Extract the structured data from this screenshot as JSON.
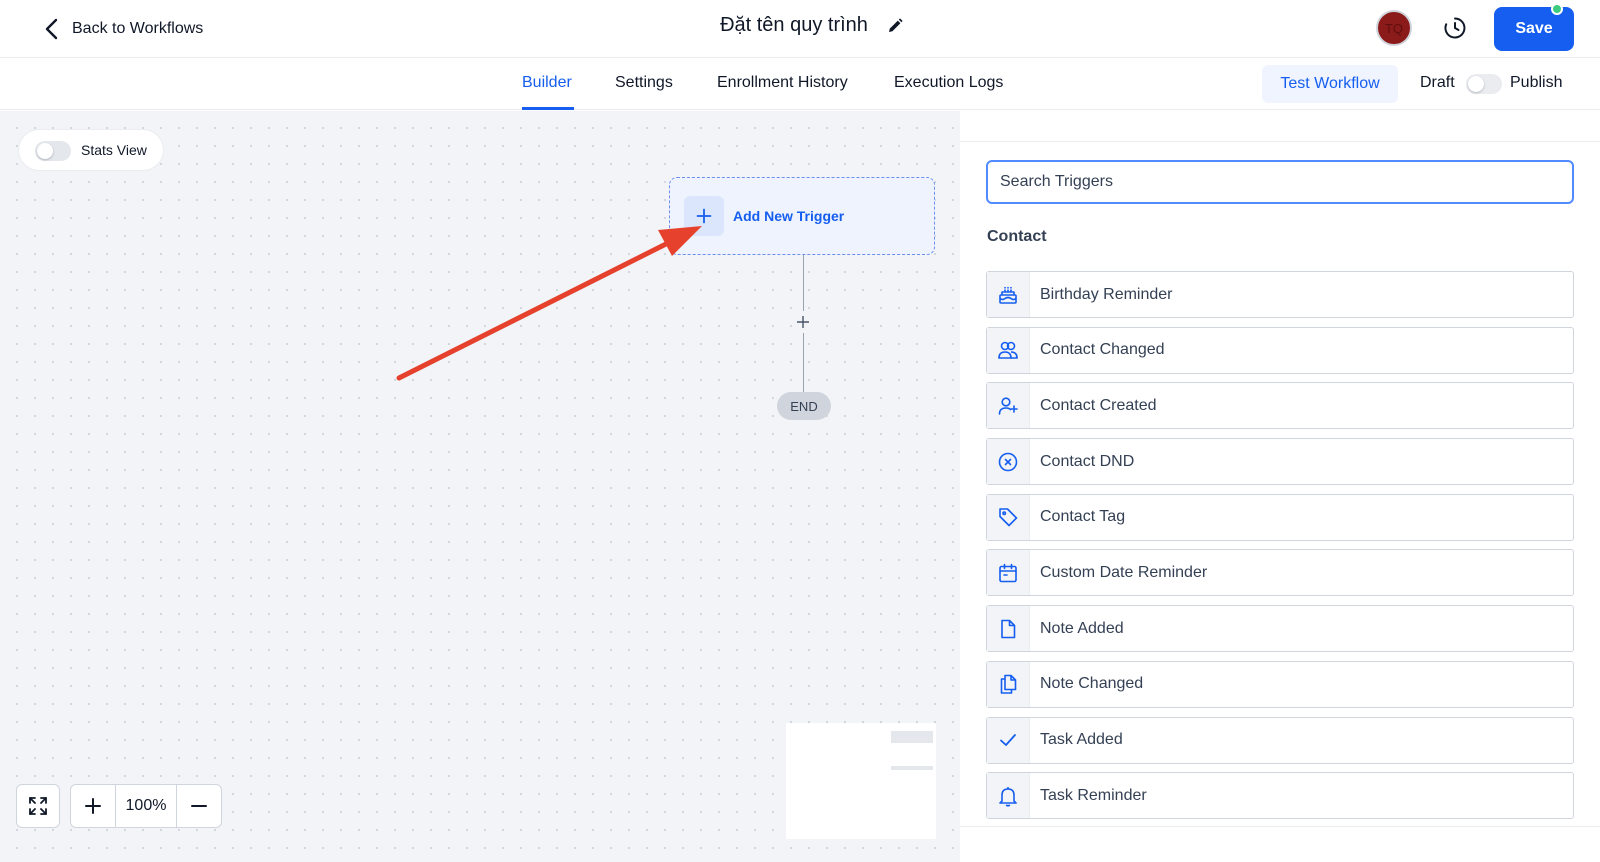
{
  "header": {
    "back_label": "Back to Workflows",
    "title": "Đặt tên quy trình",
    "avatar_initials": "TQ",
    "save_label": "Save"
  },
  "tabs": [
    {
      "label": "Builder",
      "active": true
    },
    {
      "label": "Settings",
      "active": false
    },
    {
      "label": "Enrollment History",
      "active": false
    },
    {
      "label": "Execution Logs",
      "active": false
    }
  ],
  "actions": {
    "test_label": "Test Workflow",
    "draft_label": "Draft",
    "publish_label": "Publish",
    "published": false
  },
  "canvas": {
    "stats_view_label": "Stats View",
    "stats_view_on": false,
    "trigger_label": "Add New Trigger",
    "end_label": "END",
    "zoom_level": "100%"
  },
  "panel": {
    "search_placeholder": "Search Triggers",
    "section_title": "Contact",
    "triggers": [
      {
        "label": "Birthday Reminder",
        "icon": "cake-icon"
      },
      {
        "label": "Contact Changed",
        "icon": "users-icon"
      },
      {
        "label": "Contact Created",
        "icon": "user-plus-icon"
      },
      {
        "label": "Contact DND",
        "icon": "x-circle-icon"
      },
      {
        "label": "Contact Tag",
        "icon": "tag-icon"
      },
      {
        "label": "Custom Date Reminder",
        "icon": "calendar-icon"
      },
      {
        "label": "Note Added",
        "icon": "file-icon"
      },
      {
        "label": "Note Changed",
        "icon": "files-icon"
      },
      {
        "label": "Task Added",
        "icon": "check-icon"
      },
      {
        "label": "Task Reminder",
        "icon": "bell-icon"
      }
    ]
  },
  "colors": {
    "accent": "#155eef",
    "annotation_arrow": "#e5412d",
    "online_dot": "#3ccb7f"
  }
}
